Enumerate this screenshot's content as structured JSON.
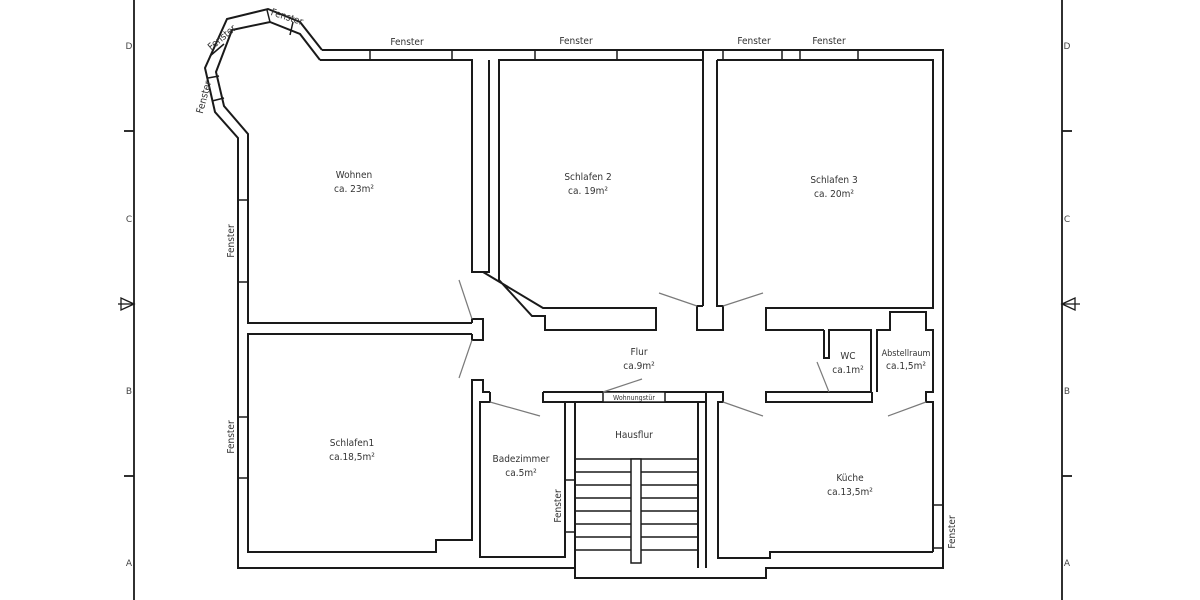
{
  "drawing": {
    "type": "floor-plan",
    "border_grid": {
      "left_labels": [
        "D",
        "C",
        "B",
        "A"
      ],
      "right_labels": [
        "D",
        "C",
        "B",
        "A"
      ]
    },
    "rooms": [
      {
        "name": "Wohnen",
        "area": "ca. 23m²"
      },
      {
        "name": "Schlafen 2",
        "area": "ca. 19m²"
      },
      {
        "name": "Schlafen 3",
        "area": "ca. 20m²"
      },
      {
        "name": "Schlafen1",
        "area": "ca.18,5m²"
      },
      {
        "name": "Flur",
        "area": "ca.9m²"
      },
      {
        "name": "WC",
        "area": "ca.1m²"
      },
      {
        "name": "Abstellraum",
        "area": "ca.1,5m²"
      },
      {
        "name": "Badezimmer",
        "area": "ca.5m²"
      },
      {
        "name": "Hausflur",
        "area": ""
      },
      {
        "name": "Küche",
        "area": "ca.13,5m²"
      }
    ],
    "door_label": "Wohnungstür",
    "window_label": "Fenster",
    "windows": [
      "Fenster",
      "Fenster",
      "Fenster",
      "Fenster",
      "Fenster",
      "Fenster",
      "Fenster",
      "Fenster",
      "Fenster",
      "Fenster",
      "Fenster"
    ]
  }
}
